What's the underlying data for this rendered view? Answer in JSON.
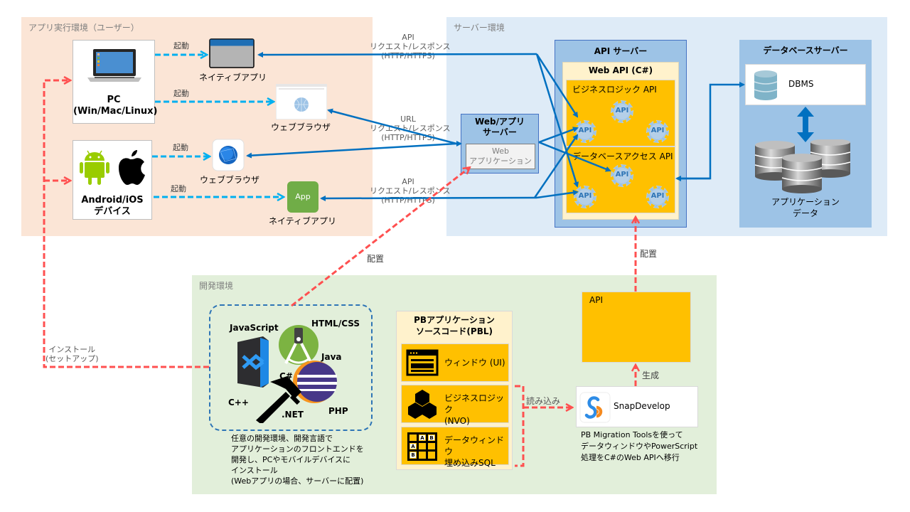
{
  "zones": {
    "user": "アプリ実行環境（ユーザー）",
    "server": "サーバー環境",
    "dev": "開発環境"
  },
  "devices": {
    "pc": {
      "line1": "PC",
      "line2": "(Win/Mac/Linux)"
    },
    "mobile": {
      "line1": "Android/iOS",
      "line2": "デバイス"
    }
  },
  "clients": {
    "pc_native": "ネイティブアプリ",
    "pc_browser": "ウェブブラウザ",
    "mobile_browser": "ウェブブラウザ",
    "mobile_native": "ネイティブアプリ",
    "app_icon_label": "App"
  },
  "launch_label": "起動",
  "connections": {
    "api_top": [
      "API",
      "リクエスト/レスポンス",
      "(HTTP/HTTPS)"
    ],
    "url_mid": [
      "URL",
      "リクエスト/レスポンス",
      "(HTTP/HTTPS)"
    ],
    "api_bottom": [
      "API",
      "リクエスト/レスポンス",
      "(HTTP/HTTPS)"
    ]
  },
  "webapp_server": {
    "title1": "Web/アプリ",
    "title2": "サーバー",
    "inner1": "Web",
    "inner2": "アプリケーション"
  },
  "api_server": {
    "title": "API サーバー",
    "webapi": "Web API (C#)",
    "business": "ビジネスロジック API",
    "data_access": "データベースアクセス API",
    "gear_label": "API"
  },
  "db_server": {
    "title": "データベースサーバー",
    "dbms": "DBMS",
    "appdata1": "アプリケーション",
    "appdata2": "データ"
  },
  "deploy_label": "配置",
  "install_label": [
    "インストール",
    "(セットアップ)"
  ],
  "ide": {
    "languages": [
      "JavaScript",
      "HTML/CSS",
      "Java",
      "C#",
      "C++",
      ".NET",
      "PHP"
    ],
    "desc": [
      "任意の開発環境、開発言語で",
      "アプリケーションのフロントエンドを",
      "開発し、PCやモバイルデバイスに",
      "インストール",
      "(Webアプリの場合、サーバーに配置)"
    ]
  },
  "pb": {
    "title1": "PBアプリケーション",
    "title2": "ソースコード(PBL)",
    "items": [
      {
        "l1": "ウィンドウ (UI)",
        "l2": ""
      },
      {
        "l1": "ビジネスロジック",
        "l2": "(NVO)"
      },
      {
        "l1": "データウィンドウ",
        "l2": "埋め込みSQL"
      }
    ],
    "grid_letters": [
      "A",
      "B"
    ]
  },
  "read_label": "読み込み",
  "generate_label": "生成",
  "api_gen_title": "API",
  "snap": {
    "name": "SnapDevelop",
    "desc": [
      "PB Migration Toolsを使って",
      "データウィンドウやPowerScript",
      "処理をC#のWeb APIへ移行"
    ]
  },
  "colors": {
    "user_zone": "#fbe5d6",
    "server_zone": "#deebf7",
    "dev_zone": "#e2efda",
    "server_box": "#9dc3e6",
    "api_orange": "#ffc000",
    "flow_blue": "#0070c0",
    "launch_cyan": "#00b0f0",
    "deploy_red": "#ff5050"
  }
}
